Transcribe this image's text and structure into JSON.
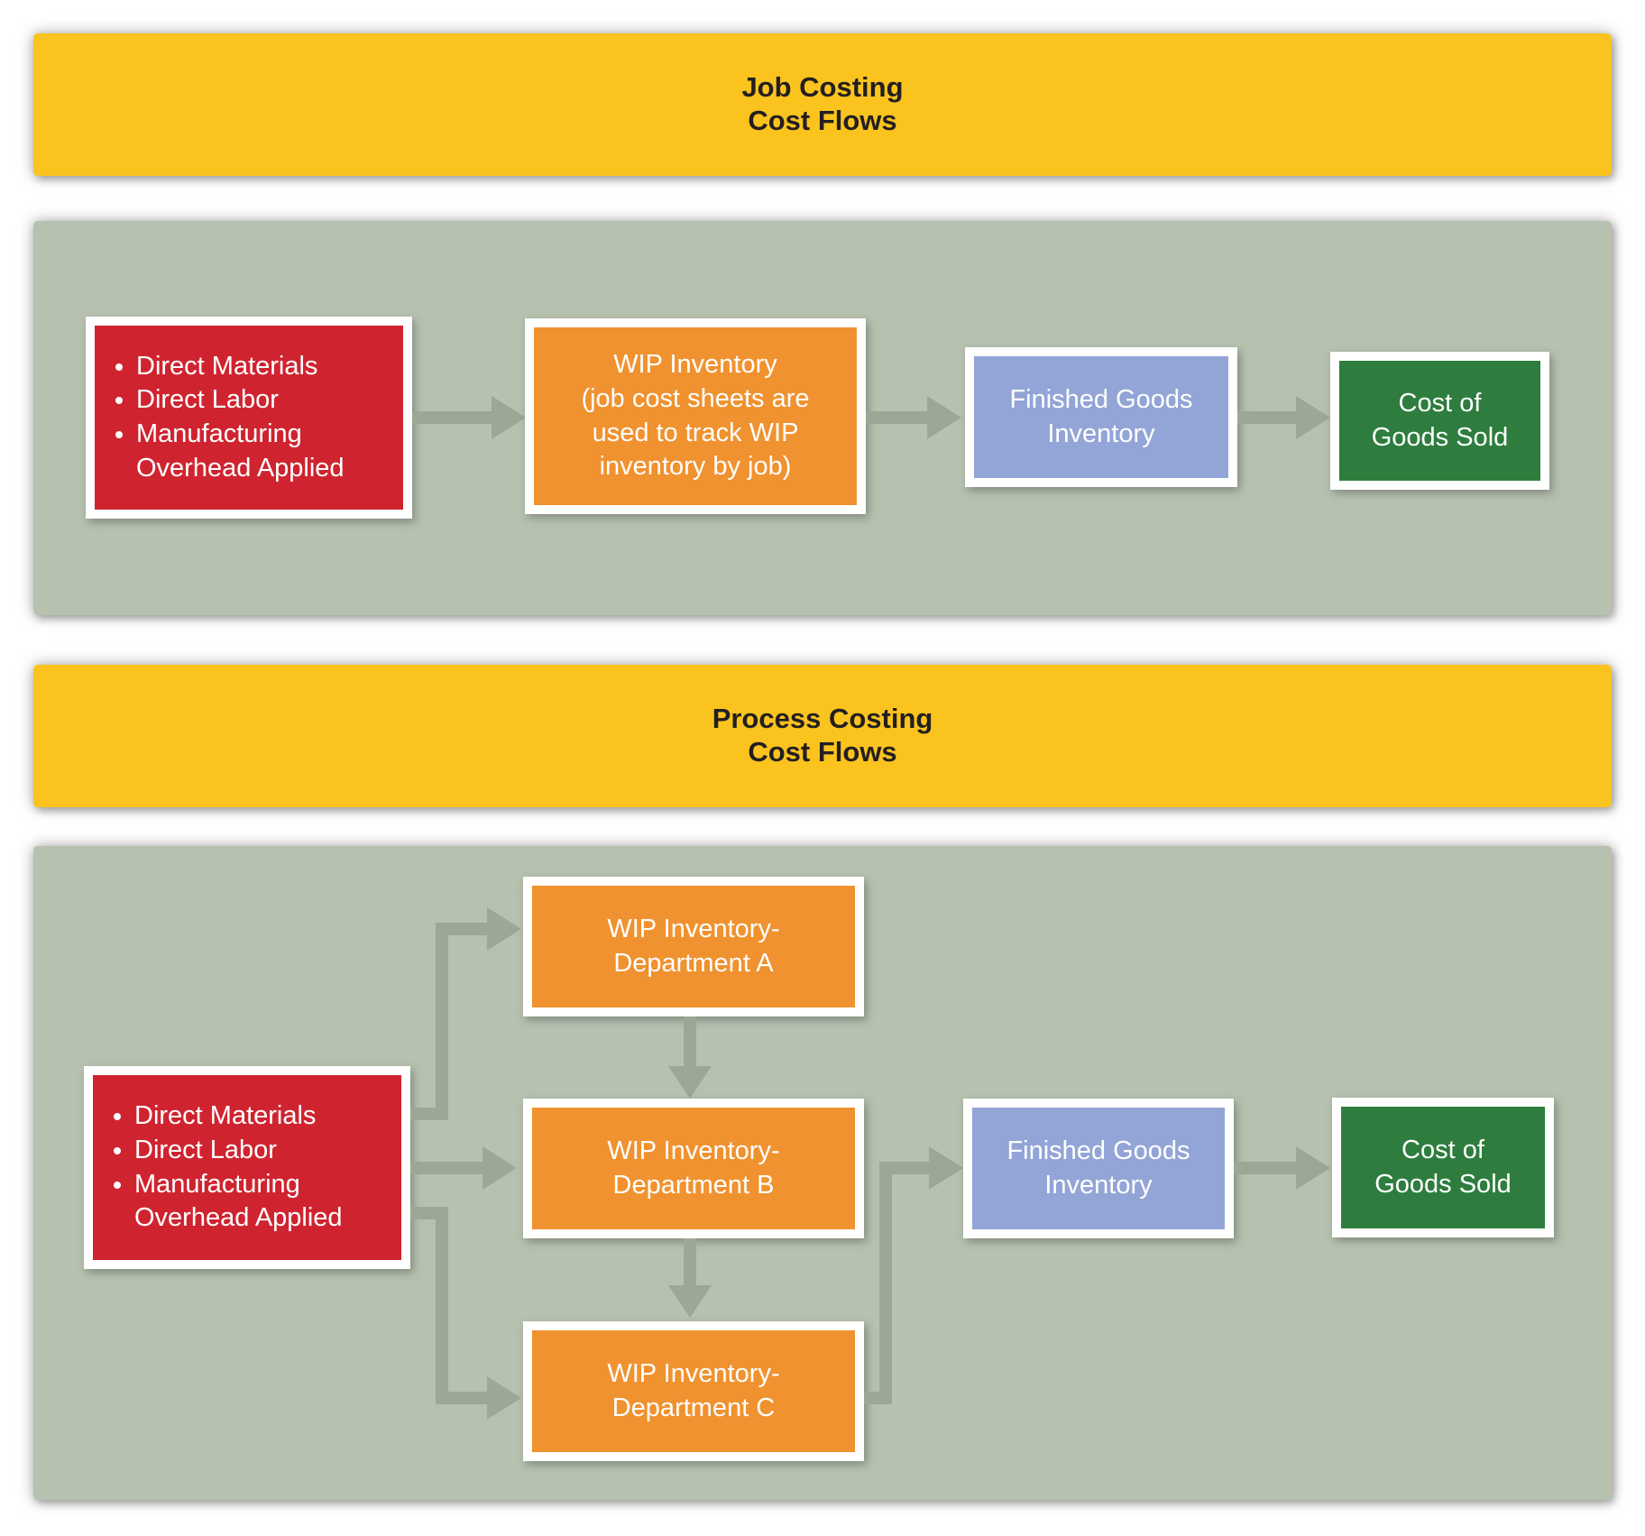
{
  "job_section": {
    "banner_lines": [
      "Job Costing",
      "Cost Flows"
    ],
    "inputs_bullets": [
      "Direct Materials",
      "Direct Labor",
      "Manufacturing Overhead Applied"
    ],
    "wip_label_lines": [
      "WIP Inventory",
      "(job cost sheets are",
      "used to track WIP",
      "inventory by job)"
    ],
    "finished_goods_lines": [
      "Finished Goods",
      "Inventory"
    ],
    "cogs_lines": [
      "Cost of",
      "Goods Sold"
    ]
  },
  "process_section": {
    "banner_lines": [
      "Process Costing",
      "Cost Flows"
    ],
    "inputs_bullets": [
      "Direct Materials",
      "Direct Labor",
      "Manufacturing Overhead Applied"
    ],
    "wip_dept_a_lines": [
      "WIP Inventory-",
      "Department A"
    ],
    "wip_dept_b_lines": [
      "WIP Inventory-",
      "Department B"
    ],
    "wip_dept_c_lines": [
      "WIP Inventory-",
      "Department C"
    ],
    "finished_goods_lines": [
      "Finished Goods",
      "Inventory"
    ],
    "cogs_lines": [
      "Cost of",
      "Goods Sold"
    ]
  },
  "colors": {
    "banner_yellow": "#FBC31E",
    "input_red": "#CF2430",
    "wip_orange": "#F0922F",
    "finished_goods_blue": "#93A5D6",
    "cogs_green": "#2E7D3E",
    "panel_green": "#B6C2AF",
    "arrow_gray": "#9DA795",
    "banner_text": "#231F20"
  }
}
